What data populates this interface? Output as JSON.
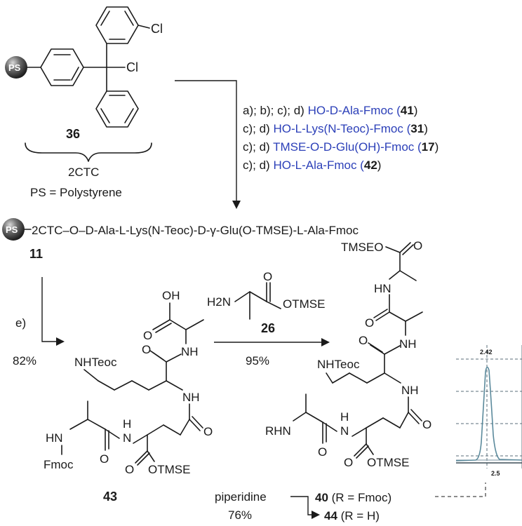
{
  "labels": {
    "ps_bead": "PS",
    "cl_1": "Cl",
    "cl_2": "Cl",
    "compound_36": "36",
    "brace_label": "2CTC",
    "ps_definition": "PS = Polystyrene",
    "cond_1_prefix": "a); b); c); d) ",
    "cond_1_reagent": "HO-D-Ala-Fmoc (",
    "cond_1_num": "41",
    "cond_1_close": ")",
    "cond_2_prefix": "c); d) ",
    "cond_2_reagent": "HO-L-Lys(N-Teoc)-Fmoc (",
    "cond_2_num": "31",
    "cond_2_close": ")",
    "cond_3_prefix": "c); d) ",
    "cond_3_reagent": "TMSE-O-D-Glu(OH)-Fmoc (",
    "cond_3_num": "17",
    "cond_3_close": ")",
    "cond_4_prefix": "c); d) ",
    "cond_4_reagent": "HO-L-Ala-Fmoc (",
    "cond_4_num": "42",
    "cond_4_close": ")",
    "resin_sequence": "2CTC–O–D-Ala-L-Lys(N-Teoc)-D-γ-Glu(O-TMSE)-L-Ala-Fmoc",
    "compound_11": "11",
    "step_e": "e)",
    "yield_e": "82%",
    "reagent_26_h2n": "H2N",
    "reagent_26_o": "O",
    "reagent_26_otmse": "OTMSE",
    "compound_26": "26",
    "yield_coupling": "95%",
    "c43_oh": "OH",
    "c43_o1": "O",
    "c43_nh1": "NH",
    "c43_o2": "O",
    "c43_nhteoc": "NHTeoc",
    "c43_nh2": "NH",
    "c43_h": "H",
    "c43_n": "N",
    "c43_o3": "O",
    "c43_hn": "HN",
    "c43_o4": "O",
    "c43_fmoc": "Fmoc",
    "c43_o5": "O",
    "c43_otmse": "OTMSE",
    "compound_43": "43",
    "c40_tmseo": "TMSEO",
    "c40_o1": "O",
    "c40_hn1": "HN",
    "c40_o2": "O",
    "c40_nh1": "NH",
    "c40_o3": "O",
    "c40_nhteoc": "NHTeoc",
    "c40_nh2": "NH",
    "c40_h": "H",
    "c40_n": "N",
    "c40_o4": "O",
    "c40_rhn": "RHN",
    "c40_o5": "O",
    "c40_o6": "O",
    "c40_otmse": "OTMSE",
    "hplc_peak_label": "2.42",
    "hplc_axis_label": "2.5",
    "piperidine": "piperidine",
    "yield_piperidine": "76%",
    "compound_40": "40",
    "compound_40_r": " (R = Fmoc)",
    "compound_44": "44",
    "compound_44_r": " (R = H)"
  },
  "colors": {
    "reagent_text": "#2b3fb8",
    "bead_dark": "#2a2a2a",
    "hplc_trace": "#5b8a9c"
  }
}
